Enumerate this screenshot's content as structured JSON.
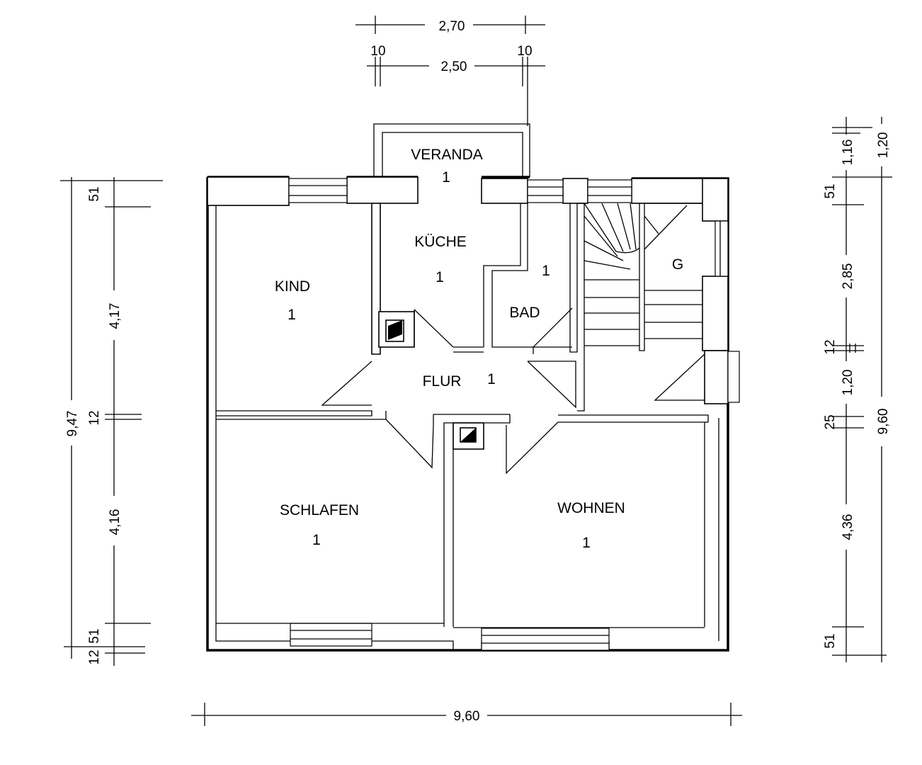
{
  "rooms": {
    "veranda": {
      "name": "VERANDA",
      "num": "1"
    },
    "kueche": {
      "name": "KÜCHE",
      "num": "1"
    },
    "kind": {
      "name": "KIND",
      "num": "1"
    },
    "bad": {
      "name": "BAD",
      "num": "1"
    },
    "g": {
      "name": "G"
    },
    "flur": {
      "name": "FLUR",
      "num": "1"
    },
    "schlafen": {
      "name": "SCHLAFEN",
      "num": "1"
    },
    "wohnen": {
      "name": "WOHNEN",
      "num": "1"
    }
  },
  "dimensions": {
    "top": {
      "total": "2,70",
      "inner": "2,50",
      "left_wall": "10",
      "right_wall": "10"
    },
    "bottom": {
      "total": "9,60"
    },
    "left": {
      "total": "9,47",
      "a": "51",
      "b": "4,17",
      "c": "12",
      "d": "4,16",
      "e": "51",
      "f": "12"
    },
    "right": {
      "total": "9,60",
      "upper": "1,20",
      "a": "1,16",
      "b": "51",
      "c": "2,85",
      "d": "12",
      "e": "1,20",
      "f": "25",
      "g": "4,36",
      "h": "51"
    }
  }
}
